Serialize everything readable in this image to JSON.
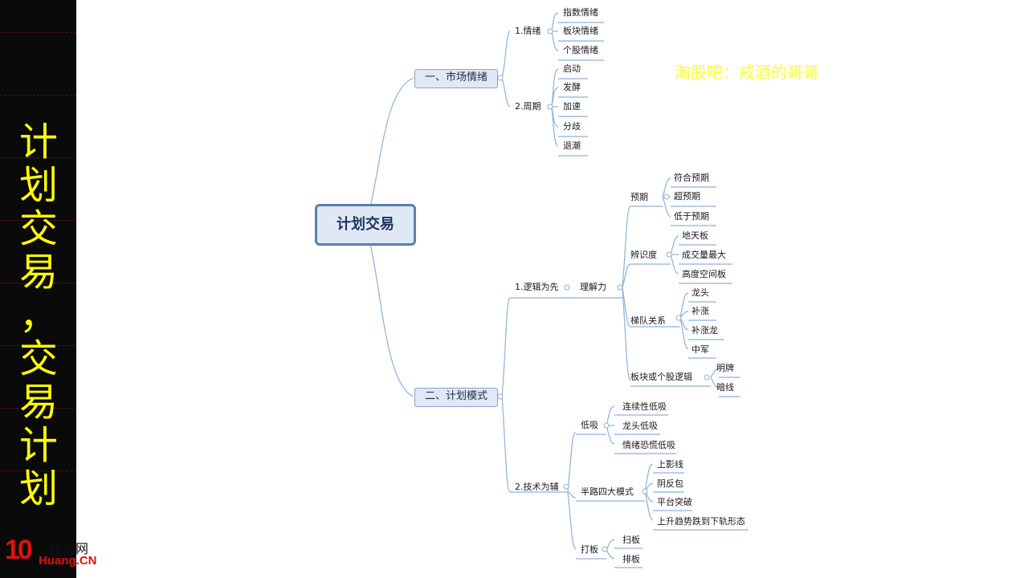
{
  "sidebar": {
    "title": "计划交易，交易计划"
  },
  "watermark": "淘股吧：戒酒的哥哥",
  "logo": {
    "number": "10",
    "cn": "拾荒网",
    "en": "Huang.CN"
  },
  "mindmap": {
    "root": "计划交易",
    "branch1": {
      "label": "一、市场情绪",
      "sub1": {
        "label": "1.情绪",
        "items": [
          "指数情绪",
          "板块情绪",
          "个股情绪"
        ]
      },
      "sub2": {
        "label": "2.周期",
        "items": [
          "启动",
          "发酵",
          "加速",
          "分歧",
          "退潮"
        ]
      }
    },
    "branch2": {
      "label": "二、计划模式",
      "sub1": {
        "label": "1.逻辑为先",
        "child": {
          "label": "理解力",
          "groups": [
            {
              "label": "预期",
              "items": [
                "符合预期",
                "超预期",
                "低于预期"
              ]
            },
            {
              "label": "辨识度",
              "items": [
                "地天板",
                "成交量最大",
                "高度空间板"
              ]
            },
            {
              "label": "梯队关系",
              "items": [
                "龙头",
                "补涨",
                "补涨龙",
                "中军"
              ]
            },
            {
              "label": "板块或个股逻辑",
              "items": [
                "明牌",
                "暗线"
              ]
            }
          ]
        }
      },
      "sub2": {
        "label": "2.技术为辅",
        "groups": [
          {
            "label": "低吸",
            "items": [
              "连续性低吸",
              "龙头低吸",
              "情绪恐慌低吸"
            ]
          },
          {
            "label": "半路四大模式",
            "items": [
              "上影线",
              "阴反包",
              "平台突破",
              "上升趋势跌到下轨形态"
            ]
          },
          {
            "label": "打板",
            "items": [
              "扫板",
              "排板"
            ]
          }
        ]
      }
    }
  }
}
